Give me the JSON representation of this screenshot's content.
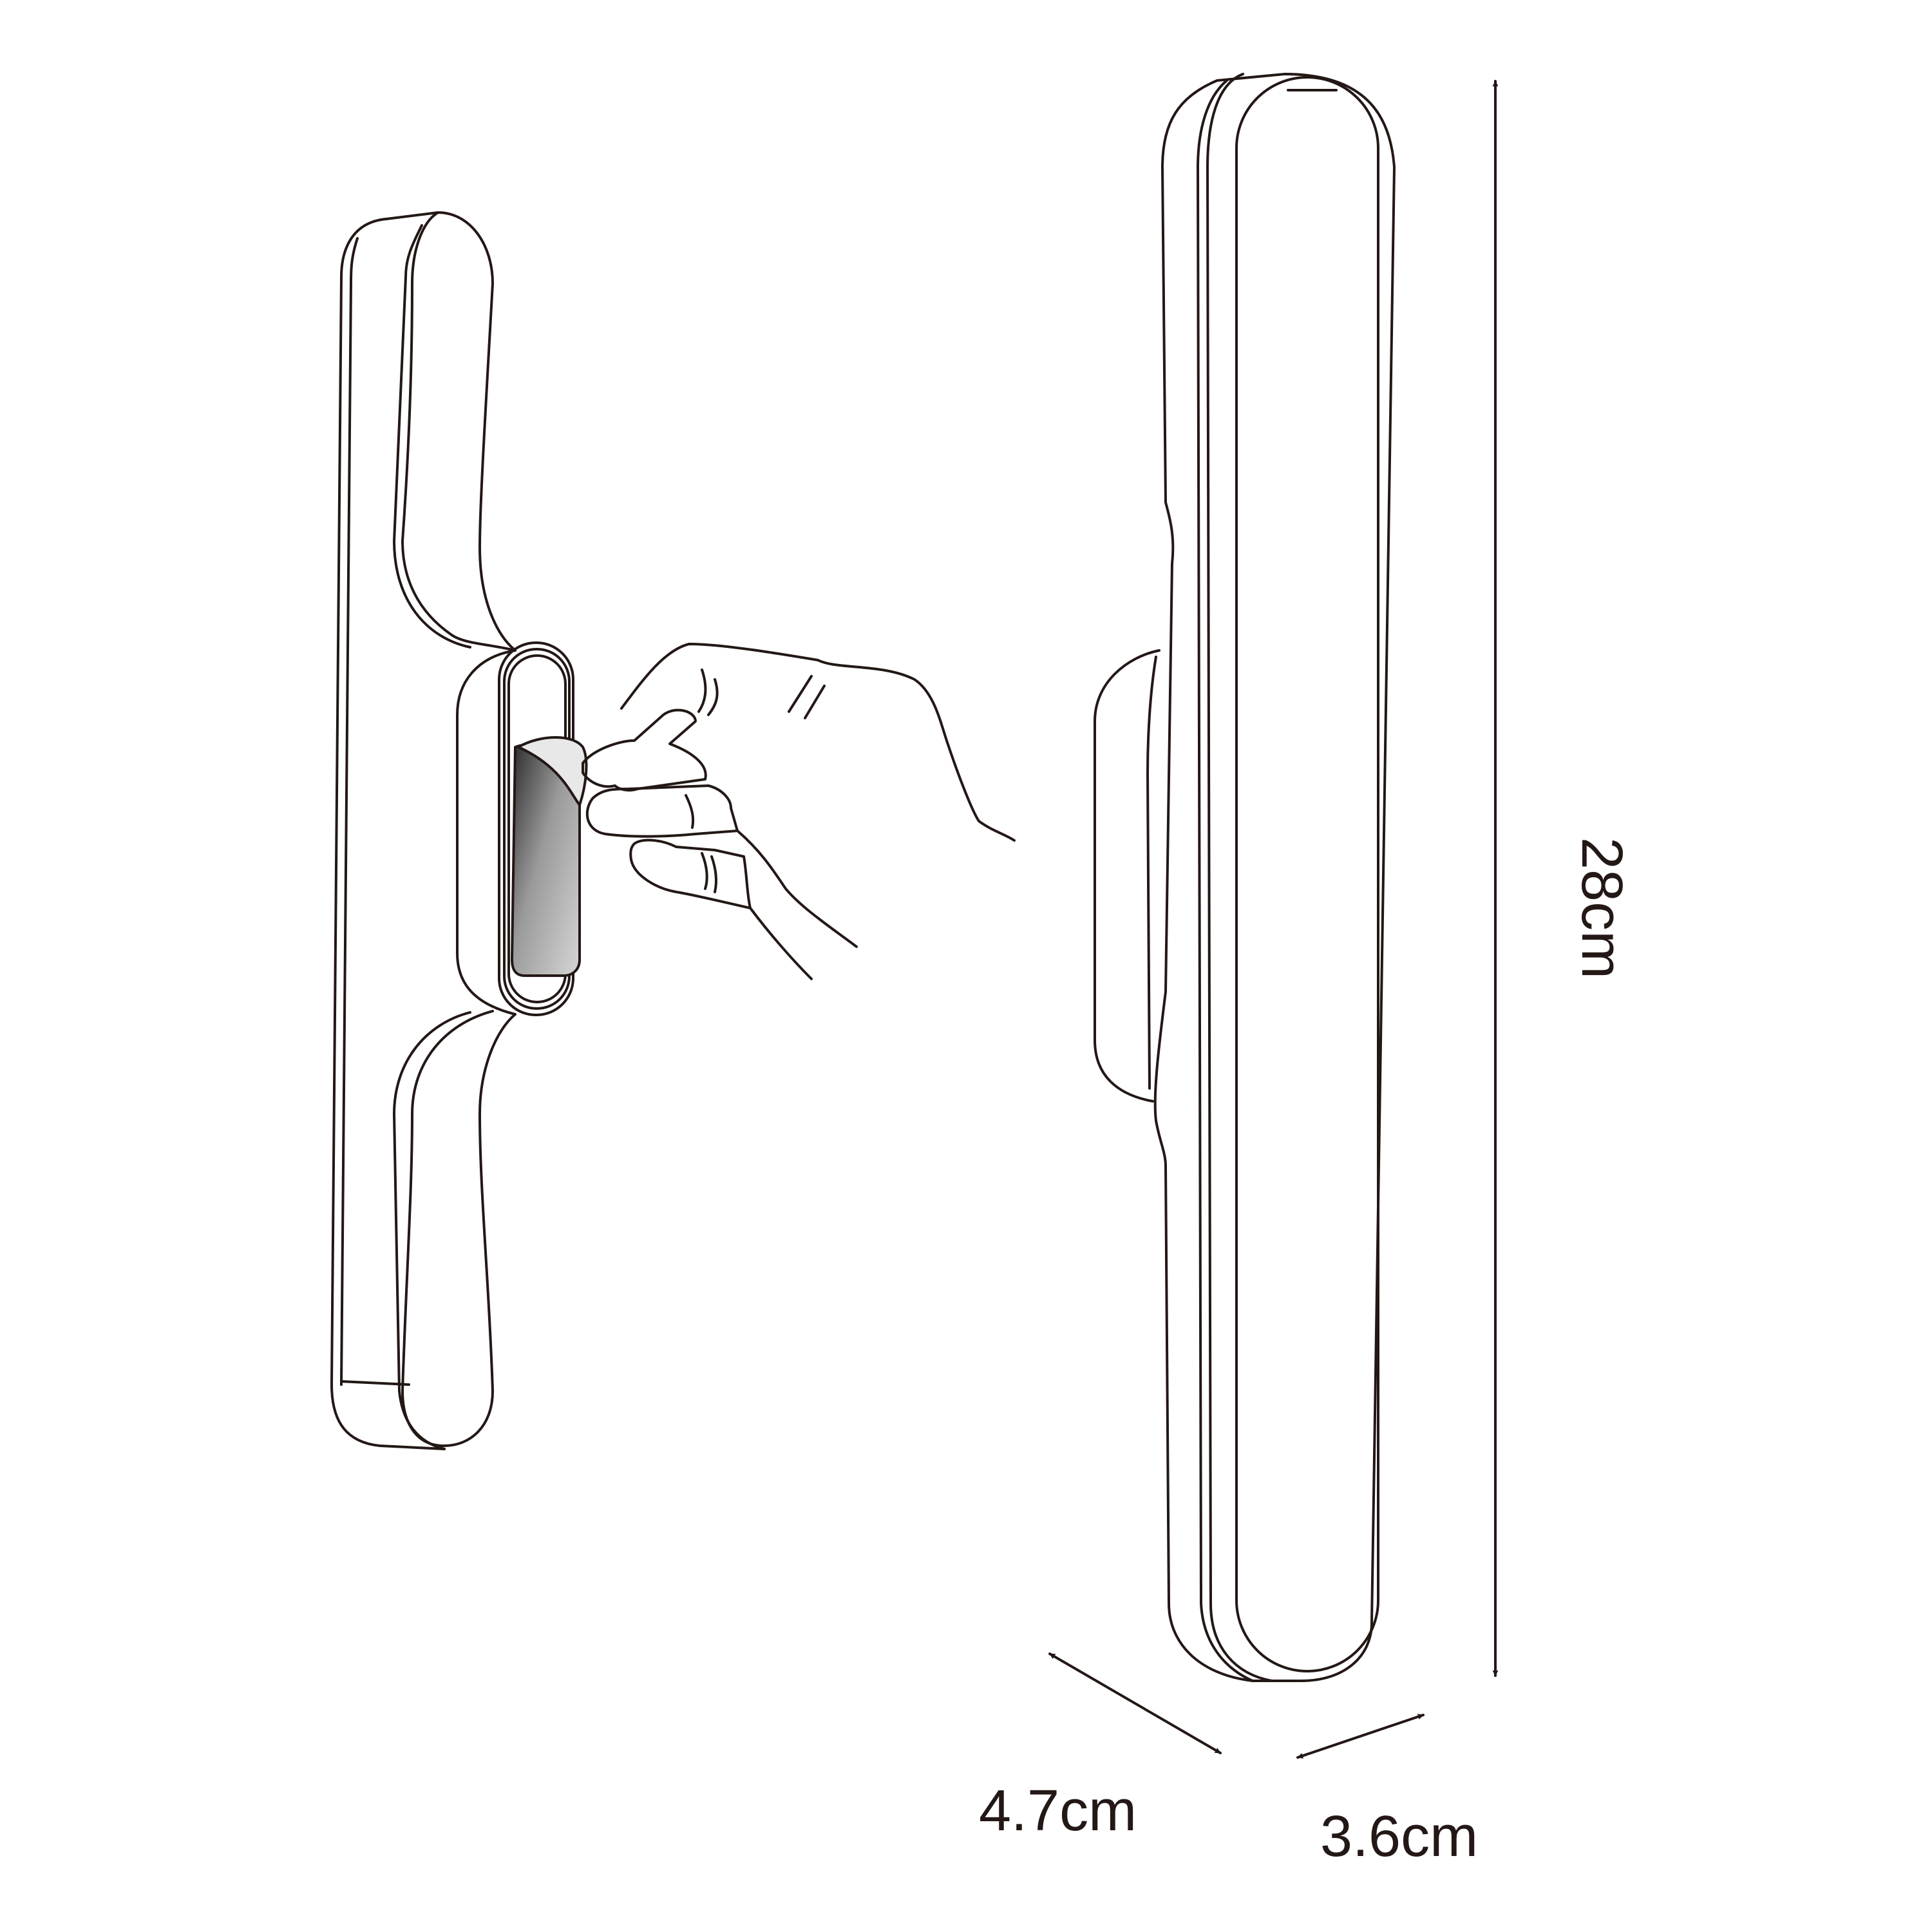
{
  "dimensions": {
    "height": "28cm",
    "width": "4.7cm",
    "depth": "3.6cm"
  },
  "colors": {
    "line": "#231815",
    "background": "#ffffff",
    "peel_film": "#888888"
  },
  "icons": [
    "hand-icon",
    "arrow-icon"
  ]
}
